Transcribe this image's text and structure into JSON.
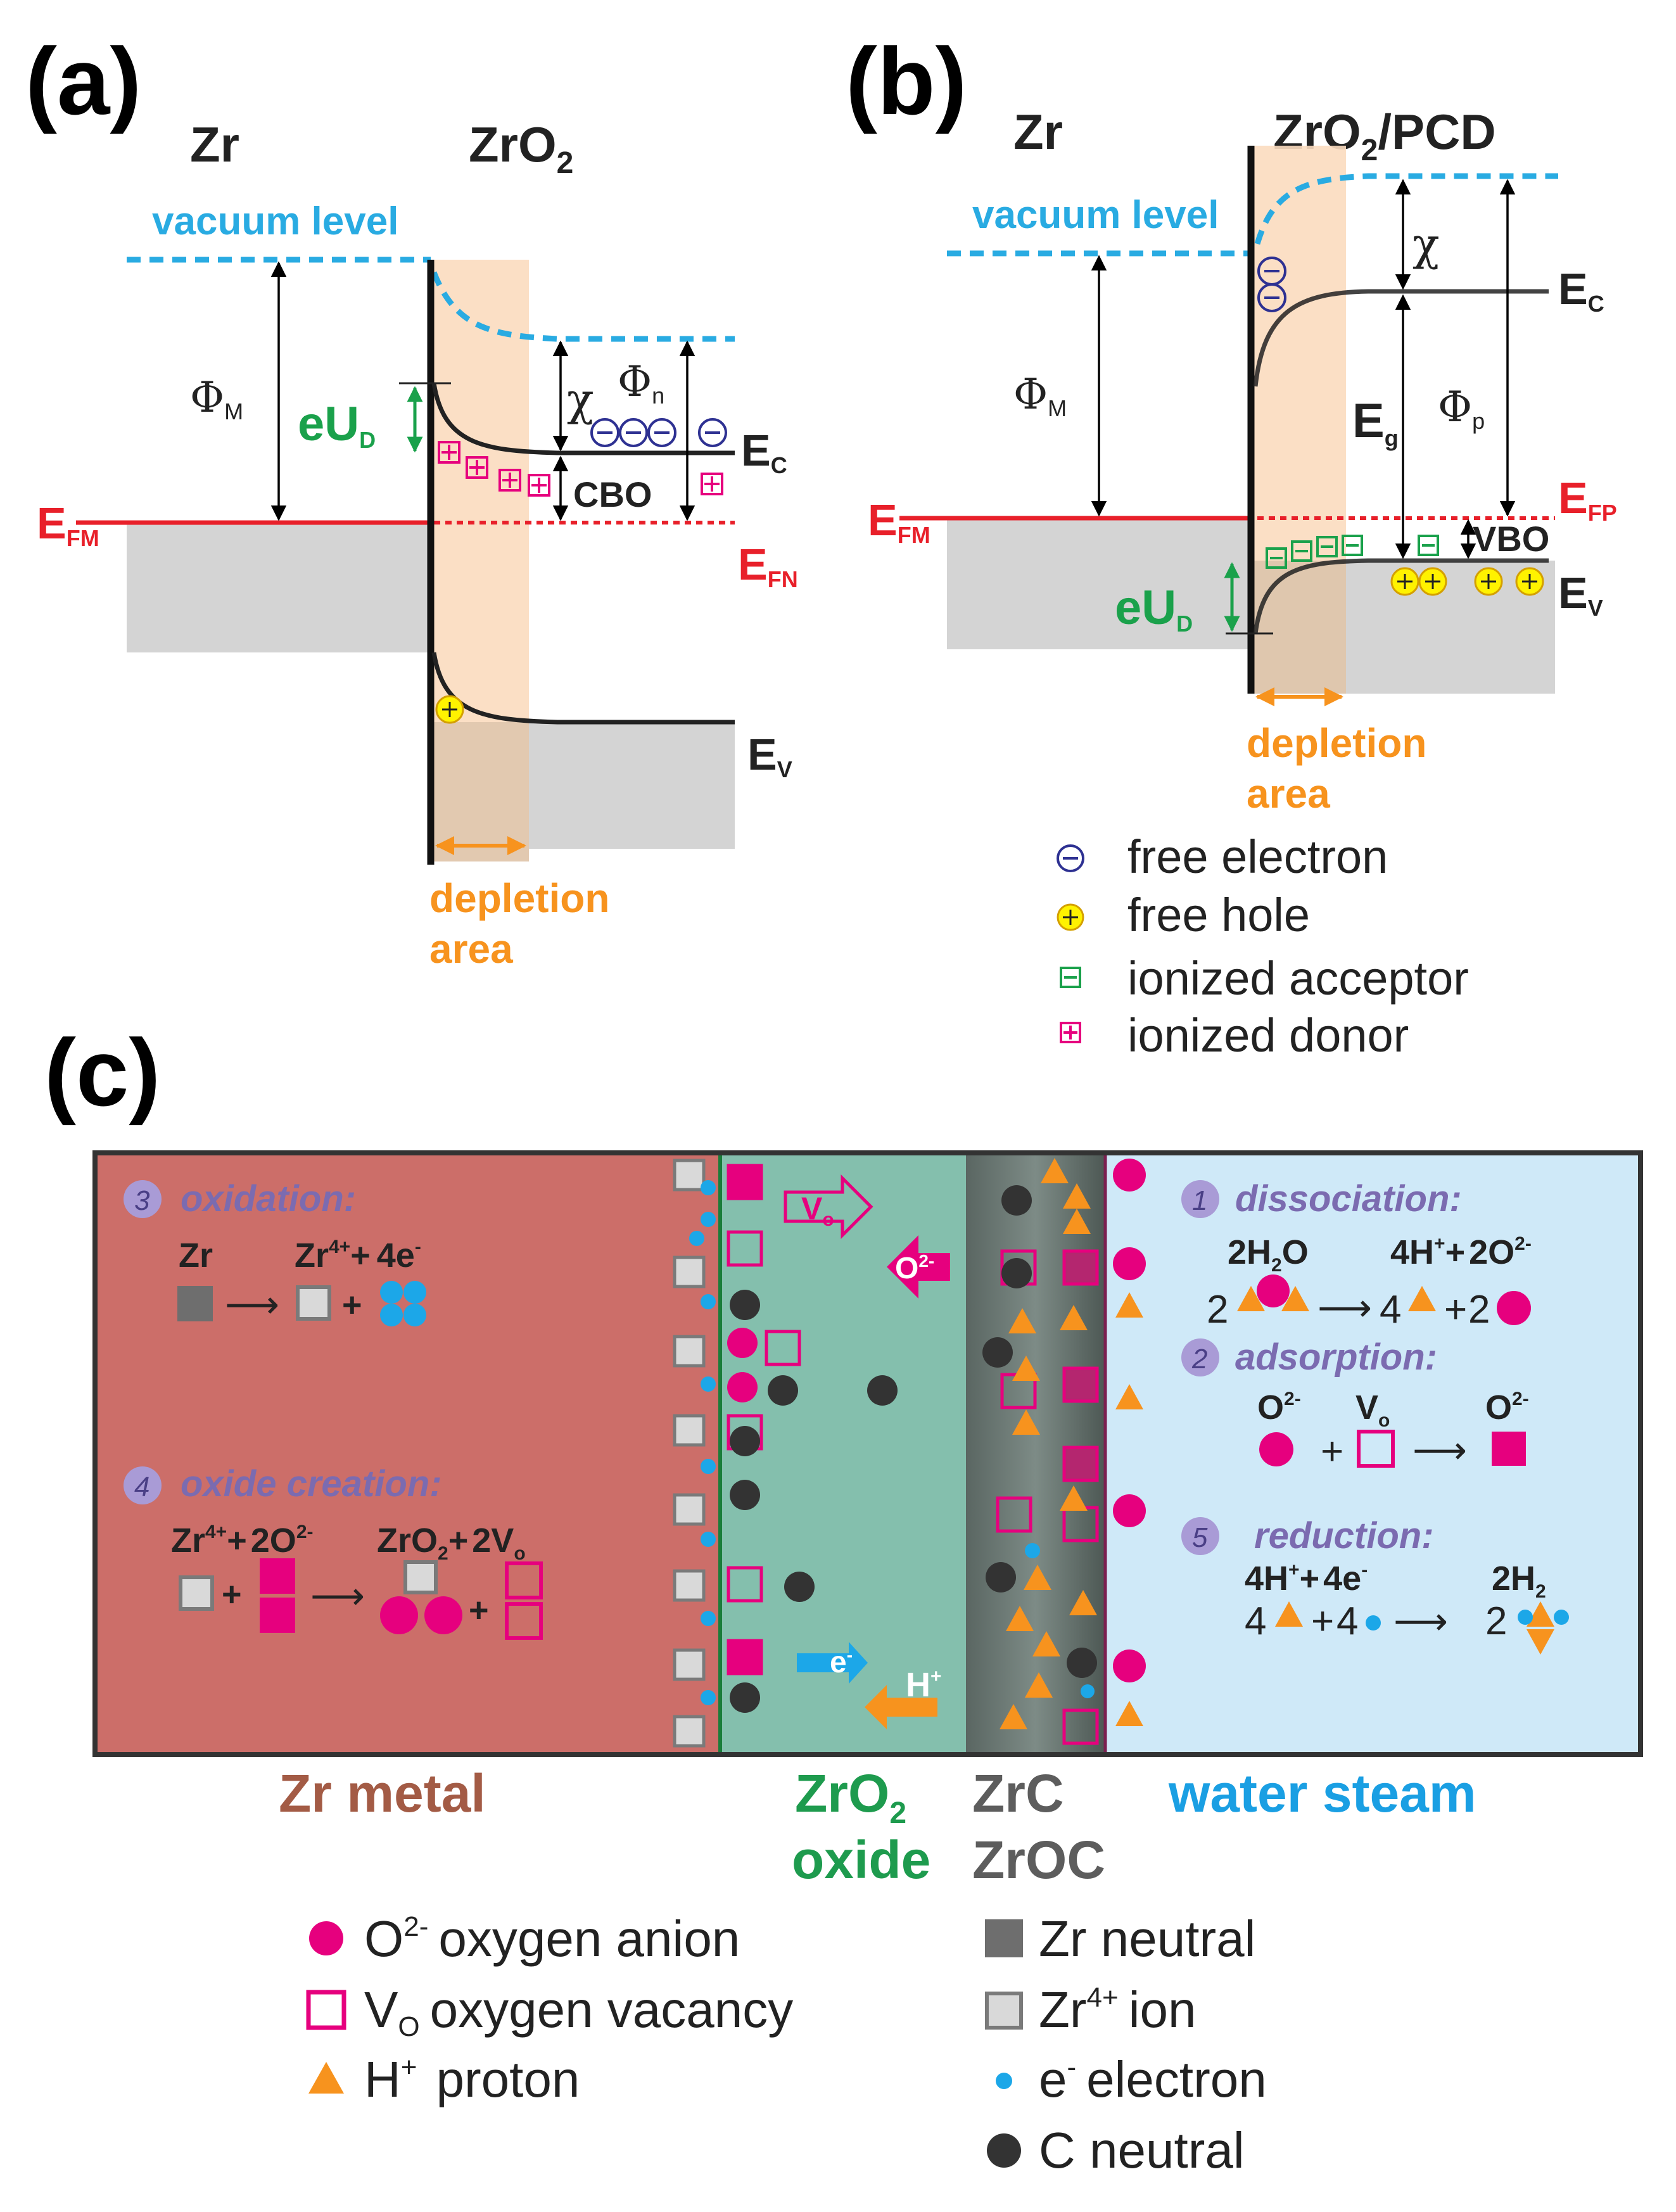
{
  "panel_a": {
    "label": "(a)",
    "metal": "Zr",
    "oxide": "ZrO",
    "oxide_sub": "2",
    "vacuum_level": "vacuum level",
    "phi": "Φ",
    "phi_M_sub": "M",
    "phi_n_sub": "n",
    "chi": "χ",
    "eU": "eU",
    "eU_sub": "D",
    "cbo": "CBO",
    "E": "E",
    "EFM_sub": "FM",
    "EFN_sub": "FN",
    "Ec_sub": "C",
    "Ev_sub": "V",
    "depletion_line1": "depletion",
    "depletion_line2": "area"
  },
  "panel_b": {
    "label": "(b)",
    "metal": "Zr",
    "oxide": "ZrO",
    "oxide_sub": "2",
    "oxide_suffix": "/PCD",
    "vacuum_level": "vacuum level",
    "phi": "Φ",
    "phi_M_sub": "M",
    "phi_p_sub": "p",
    "chi": "χ",
    "E": "E",
    "Eg_sub": "g",
    "eU": "eU",
    "eU_sub": "D",
    "vbo": "VBO",
    "EFM_sub": "FM",
    "EFP_sub": "FP",
    "Ec_sub": "C",
    "Ev_sub": "V",
    "depletion_line1": "depletion",
    "depletion_line2": "area"
  },
  "legend_ab": {
    "free_electron": "free electron",
    "free_hole": "free hole",
    "ionized_acceptor": "ionized acceptor",
    "ionized_donor": "ionized donor"
  },
  "panel_c": {
    "label": "(c)",
    "step3_num": "3",
    "step3_title": "oxidation:",
    "zr": "Zr",
    "zr4": "Zr",
    "zr4_sup": "4+",
    "plus": "+",
    "four_e": "4e",
    "e_sup": "-",
    "step4_num": "4",
    "step4_title": "oxide creation:",
    "two_o": "2O",
    "o_sup": "2-",
    "zro2": "ZrO",
    "zro2_sub": "2",
    "two_vo": "2V",
    "vo_sub": "o",
    "vo_arrow_label": "V",
    "vo_arrow_sub": "o",
    "o2_arrow_label": "O",
    "o2_arrow_sup": "2-",
    "e_arrow_label": "e",
    "e_arrow_sup": "-",
    "h_arrow_label": "H",
    "h_arrow_sup": "+",
    "step1_num": "1",
    "step1_title": "dissociation:",
    "h2o": "2H",
    "h2o_sub": "2",
    "h2o_end": "O",
    "four_h": "4H",
    "h_sup": "+",
    "two_o2": "2O",
    "two": "2",
    "four": "4",
    "step2_num": "2",
    "step2_title": "adsorption:",
    "o2": "O",
    "vo": "V",
    "vo_sub2": "o",
    "step5_num": "5",
    "step5_title": "reduction:",
    "h2": "2H",
    "h2_sub": "2",
    "region_metal": "Zr metal",
    "region_oxide_line1": "ZrO",
    "region_oxide_sub": "2",
    "region_oxide_line2": "oxide",
    "region_carbide_line1": "ZrC",
    "region_carbide_line2": "ZrOC",
    "region_water": "water steam"
  },
  "legend_c": {
    "o2_sym": "O",
    "o2_sup": "2-",
    "o2_text": "oxygen anion",
    "vo_sym": "V",
    "vo_sub": "O",
    "vo_text": "oxygen vacancy",
    "h_sym": "H",
    "h_sup": "+",
    "h_text": "proton",
    "zr_neutral": "Zr neutral",
    "zr4_sym": "Zr",
    "zr4_sup": "4+",
    "zr4_text": "ion",
    "e_sym": "e",
    "e_sup": "-",
    "e_text": "electron",
    "c_neutral": "C neutral"
  },
  "colors": {
    "red": "#e8202a",
    "cyan": "#29abe2",
    "green": "#1aa14b",
    "orange": "#f7931e",
    "magenta": "#e6007e",
    "purple": "#2e3192",
    "yellow": "#fff200",
    "teal": "#3f9f8c",
    "steps": "#7b6bb0",
    "metal_bg": "#cc6e69",
    "oxide_bg": "#84bfad",
    "carbide_bg": "#56625e",
    "water_bg": "#cfe9f8",
    "gray": "#d4d4d4",
    "depletion": "#fbdcbf",
    "metal_label": "#a35b45",
    "oxide_label": "#1e9b4e",
    "carbide_label": "#5d5d5d",
    "water_label": "#1a9fe3"
  }
}
